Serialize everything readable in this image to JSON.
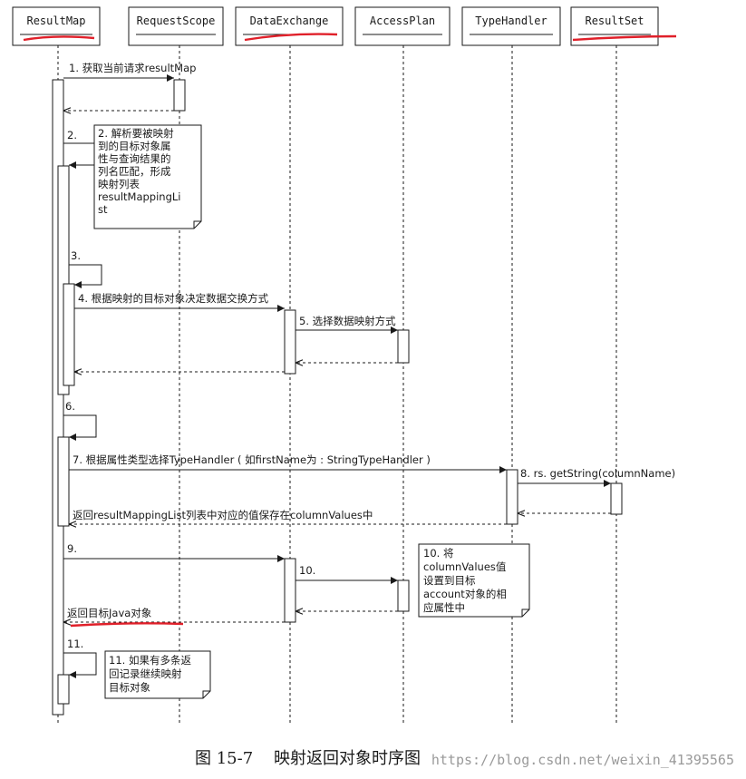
{
  "participants": [
    {
      "id": "resultmap",
      "label": "ResultMap",
      "underline": true
    },
    {
      "id": "requestscope",
      "label": "RequestScope",
      "underline": false
    },
    {
      "id": "dataexchange",
      "label": "DataExchange",
      "underline": true
    },
    {
      "id": "accessplan",
      "label": "AccessPlan",
      "underline": false
    },
    {
      "id": "typehandler",
      "label": "TypeHandler",
      "underline": false
    },
    {
      "id": "resultset",
      "label": "ResultSet",
      "underline": true
    }
  ],
  "messages": {
    "m1": "1. 获取当前请求resultMap",
    "m2": "2.",
    "m3": "3.",
    "m4": "4. 根据映射的目标对象决定数据交换方式",
    "m5": "5. 选择数据映射方式",
    "m6": "6.",
    "m7": "7. 根据属性类型选择TypeHandler ( 如firstName为 : StringTypeHandler )",
    "m8": "8. rs. getString(columnName)",
    "r8": "返回resultMappingList列表中对应的值保存在columnValues中",
    "m9": "9.",
    "m10": "10.",
    "r10": "返回目标Java对象",
    "m11": "11."
  },
  "notes": {
    "n2": [
      "2. 解析要被映射",
      "到的目标对象属",
      "性与查询结果的",
      "列名匹配，形成",
      "映射列表",
      "resultMappingLi",
      "st"
    ],
    "n10": [
      "10. 将",
      "columnValues值",
      "设置到目标",
      "account对象的相",
      "应属性中"
    ],
    "n11": [
      "11. 如果有多条返",
      "回记录继续映射",
      "目标对象"
    ]
  },
  "caption": "图 15-7    映射返回对象时序图",
  "watermark": "https://blog.csdn.net/weixin_41395565",
  "colors": {
    "line": "#1a1a1a",
    "highlight": "#e0202a",
    "text": "#1a1a1a"
  }
}
